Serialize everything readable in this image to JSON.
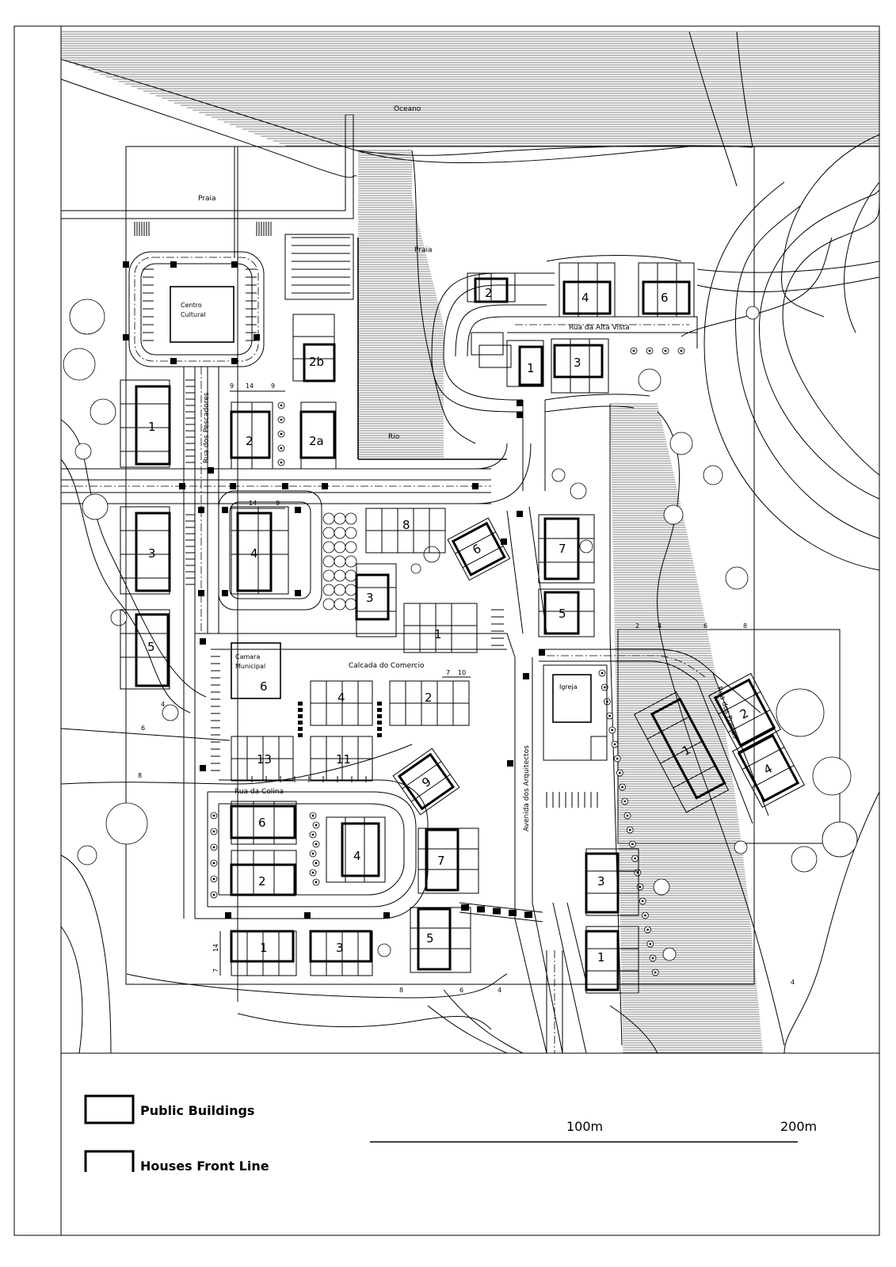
{
  "map": {
    "labels": {
      "ocean": "Oceano",
      "beach_left": "Praia",
      "beach_right": "Praia",
      "river": "Rio",
      "cultural_center_line1": "Centro",
      "cultural_center_line2": "Cultural",
      "town_hall_line1": "Camara",
      "town_hall_line2": "Municipal",
      "church": "Igreja"
    },
    "streets": {
      "pescadores": "Rua dos Pescadores",
      "alta_vista": "Rua da Alta Vista",
      "comercio": "Calcada do Comercio",
      "colina": "Rua da Colina",
      "arquitectos": "Avenida dos Arquitectos",
      "poetas": "Rua dos Poetas"
    },
    "contours": [
      "2",
      "4",
      "6",
      "8"
    ],
    "dimensions": [
      "9",
      "14",
      "9",
      "14",
      "9",
      "7",
      "10",
      "14",
      "7"
    ],
    "lots": {
      "pescadores_north": [
        "2b",
        "2",
        "2a",
        "1"
      ],
      "pescadores_west": [
        "3",
        "4",
        "5"
      ],
      "town_hall_number": "6",
      "center": [
        "8",
        "6",
        "3",
        "1"
      ],
      "east_river": [
        "7",
        "5"
      ],
      "alta_vista": [
        "2",
        "4",
        "6",
        "1",
        "3"
      ],
      "comercio": [
        "4",
        "2"
      ],
      "colina": [
        "13",
        "11",
        "9",
        "6",
        "2",
        "4",
        "7",
        "5",
        "1",
        "3"
      ],
      "arquitectos_east": [
        "3",
        "1"
      ],
      "poetas": [
        "1",
        "2",
        "4"
      ]
    }
  },
  "legend": {
    "public_buildings": "Public Buildings",
    "houses_front_line": "Houses Front Line"
  },
  "scalebar": {
    "label_mid": "100m",
    "label_end": "200m"
  }
}
